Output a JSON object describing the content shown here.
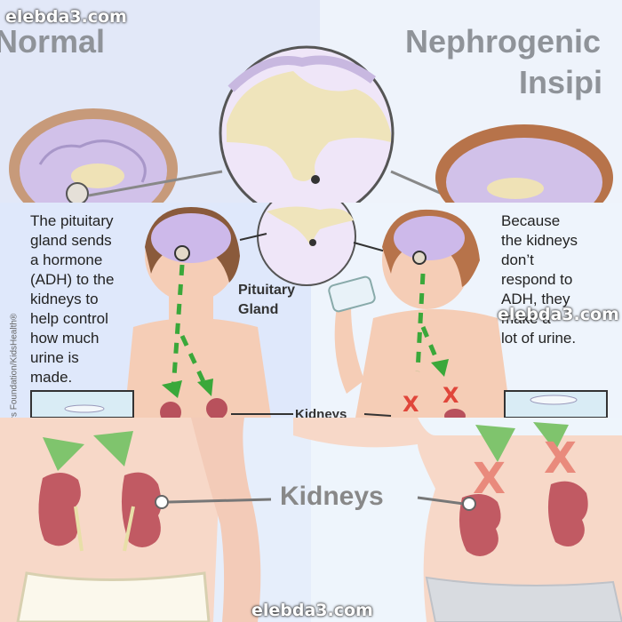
{
  "watermark": {
    "text": "elebda3.com"
  },
  "top": {
    "title_left": "Normal",
    "title_right_line1": "Nephrogenic",
    "title_right_line2": "Insipi"
  },
  "middle": {
    "left_description": [
      "The pituitary",
      "gland sends",
      "a hormone",
      "(ADH) to the",
      "kidneys to",
      "help control",
      "how much",
      "urine is",
      "made."
    ],
    "right_description": [
      "Because",
      "the kidneys",
      "don’t",
      "respond to",
      "ADH, they",
      "make a",
      "lot of urine."
    ],
    "pituitary_label_line1": "Pituitary",
    "pituitary_label_line2": "Gland",
    "kidneys_label": "Kidneys",
    "credit": "ours Foundation/KidsHealth®"
  },
  "bottom": {
    "kidneys_label": "Kidneys"
  },
  "colors": {
    "arrow_green": "#3aa83a",
    "x_red": "#e0463a",
    "kidney": "#b8515c",
    "skin": "#f6d2c2",
    "brain": "#c9b6e3"
  }
}
